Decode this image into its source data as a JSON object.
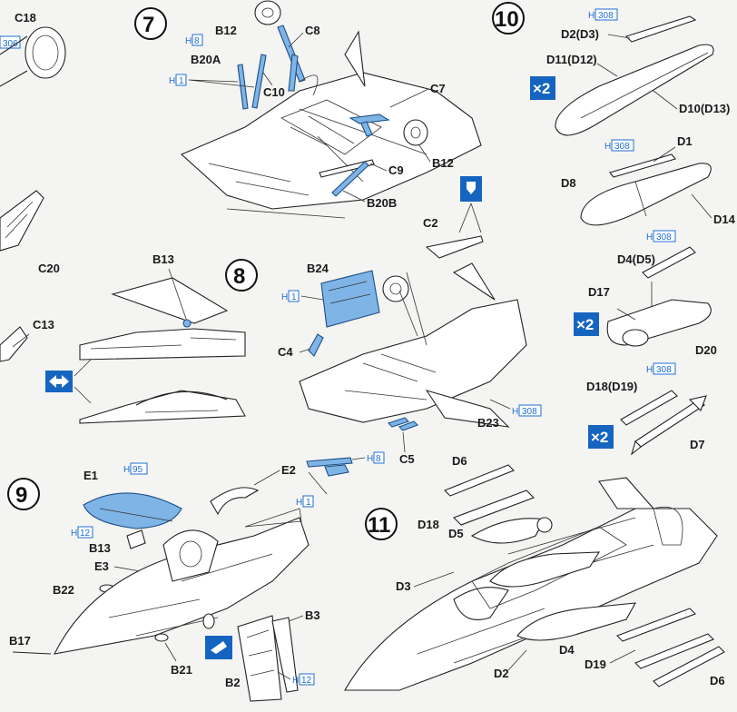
{
  "steps": {
    "s7": "7",
    "s8": "8",
    "s9": "9",
    "s10": "10",
    "s11": "11"
  },
  "parts": {
    "C18": "C18",
    "C20": "C20",
    "C13": "C13",
    "B12a": "B12",
    "C8": "C8",
    "B20A": "B20A",
    "C10": "C10",
    "C7": "C7",
    "C9": "C9",
    "B12b": "B12",
    "B20B": "B20B",
    "D2D3": "D2(D3)",
    "D11D12": "D11(D12)",
    "D10D13": "D10(D13)",
    "D1": "D1",
    "D8": "D8",
    "D14": "D14",
    "D4D5": "D4(D5)",
    "D17": "D17",
    "D20": "D20",
    "D18D19": "D18(D19)",
    "D7": "D7",
    "B13a": "B13",
    "B24": "B24",
    "C4": "C4",
    "C2": "C2",
    "B23": "B23",
    "C5": "C5",
    "E1": "E1",
    "E2": "E2",
    "B13b": "B13",
    "E3": "E3",
    "B22": "B22",
    "B17": "B17",
    "B21": "B21",
    "B3": "B3",
    "B2": "B2",
    "D6a": "D6",
    "D18": "D18",
    "D5": "D5",
    "D3": "D3",
    "D4": "D4",
    "D19": "D19",
    "D2": "D2",
    "D6b": "D6"
  },
  "paint_codes": {
    "h306": "306",
    "h8a": "8",
    "h1a": "1",
    "h308a": "308",
    "h308b": "308",
    "h308c": "308",
    "h308d": "308",
    "h1b": "1",
    "h308e": "308",
    "h8b": "8",
    "h1c": "1",
    "h95": "95",
    "h12a": "12",
    "h12b": "12"
  },
  "paint_prefix": "H",
  "multiplier": "×2",
  "colors": {
    "ink": "#1a1a1a",
    "accent_blue": "#1f6fd1",
    "highlight_fill": "#7fb4e6",
    "badge": "#1565c0"
  }
}
